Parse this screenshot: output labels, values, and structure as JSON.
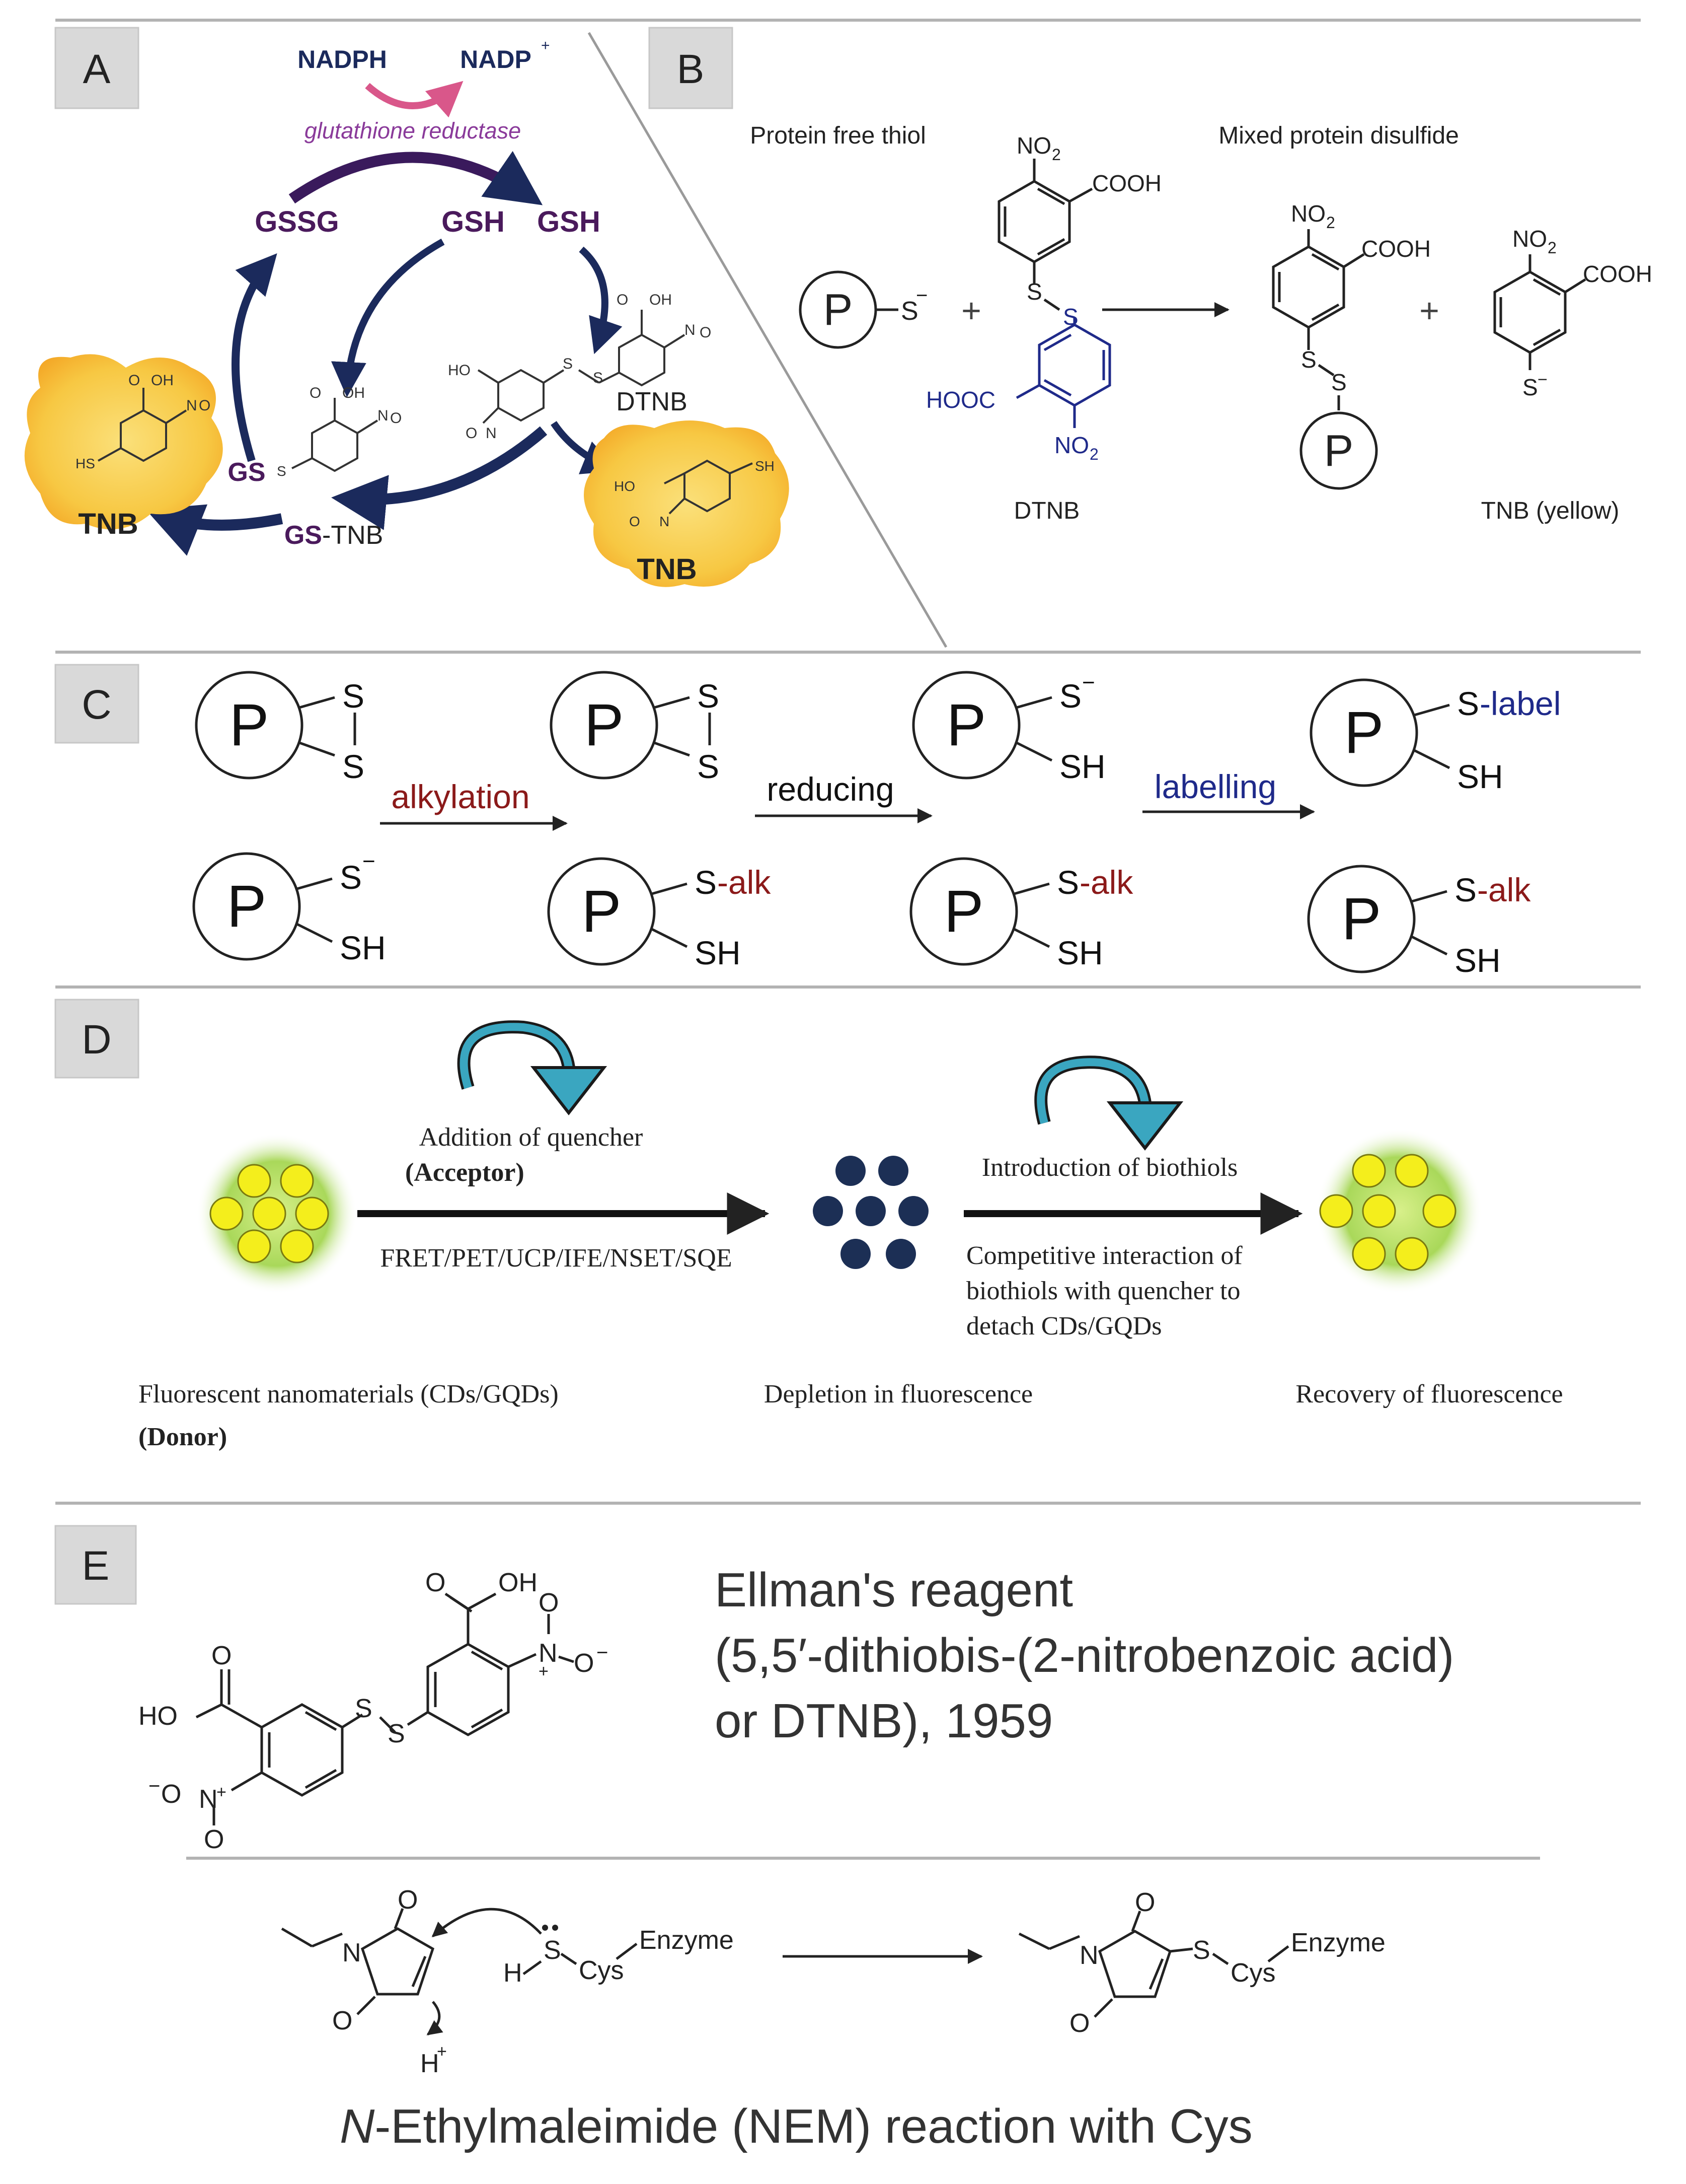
{
  "panels": {
    "A": {
      "label": "A",
      "nadph": "NADPH",
      "nadp": "NADP",
      "nadp_sup": "+",
      "enzyme": "glutathione reductase",
      "gssg": "GSSG",
      "gsh1": "GSH",
      "gsh2": "GSH",
      "dtnb": "DTNB",
      "tnb_left": "TNB",
      "tnb_right": "TNB",
      "gs_s": "GS",
      "gs_tnb_gs": "GS",
      "gs_tnb_rest": "-TNB",
      "atoms": {
        "o": "O",
        "oh": "OH",
        "ho": "HO",
        "n": "N",
        "o_minus": "O",
        "s": "S",
        "sh": "SH",
        "hs": "HS"
      }
    },
    "B": {
      "label": "B",
      "free_thiol": "Protein free thiol",
      "mixed_disulfide": "Mixed protein disulfide",
      "p": "P",
      "s_minus": "S",
      "minus": "−",
      "plus": "+",
      "no2": "NO",
      "sub2": "2",
      "cooh": "COOH",
      "hooc": "HOOC",
      "s": "S",
      "dtnb": "DTNB",
      "tnb": "TNB (yellow)"
    },
    "C": {
      "label": "C",
      "p": "P",
      "s": "S",
      "sh": "SH",
      "minus": "−",
      "alk_suffix": "-alk",
      "label_suffix": "-label",
      "alkylation": "alkylation",
      "reducing": "reducing",
      "labelling": "labelling"
    },
    "D": {
      "label": "D",
      "addition": "Addition of quencher",
      "acceptor": "(Acceptor)",
      "mechanisms": "FRET/PET/UCP/IFE/NSET/SQE",
      "introduction": "Introduction of biothiols",
      "competitive_1": "Competitive interaction of",
      "competitive_2": "biothiols with quencher to",
      "competitive_3": "detach CDs/GQDs",
      "fluorescent": "Fluorescent nanomaterials (CDs/GQDs)",
      "donor": "(Donor)",
      "depletion": "Depletion in fluorescence",
      "recovery": "Recovery of fluorescence"
    },
    "E": {
      "label": "E",
      "ellman_1": "Ellman's reagent",
      "ellman_2": "(5,5′-dithiobis-(2-nitrobenzoic acid)",
      "ellman_3": "or DTNB), 1959",
      "atoms": {
        "o": "O",
        "oh": "OH",
        "ho": "HO",
        "n": "N",
        "plus": "+",
        "minus": "−",
        "s": "S"
      },
      "nem": {
        "n": "N",
        "o": "O",
        "s": "S",
        "h": "H",
        "hplus": "H",
        "plus": "+",
        "cys": "Cys",
        "enzyme": "Enzyme",
        "title_italic": "N",
        "title_rest": "-Ethylmaleimide (NEM) reaction with Cys"
      }
    }
  },
  "colors": {
    "arrow_navy": "#1b2a5c",
    "purple": "#4a1a5c",
    "pink": "#d9578a",
    "blue_label": "#1f2a8a",
    "red_label": "#8b1a1a",
    "yellow_blob": "#f7c843",
    "dot_yellow": "#f4ee1c",
    "dot_navy": "#1c2f55",
    "teal": "#3aa6c0"
  }
}
